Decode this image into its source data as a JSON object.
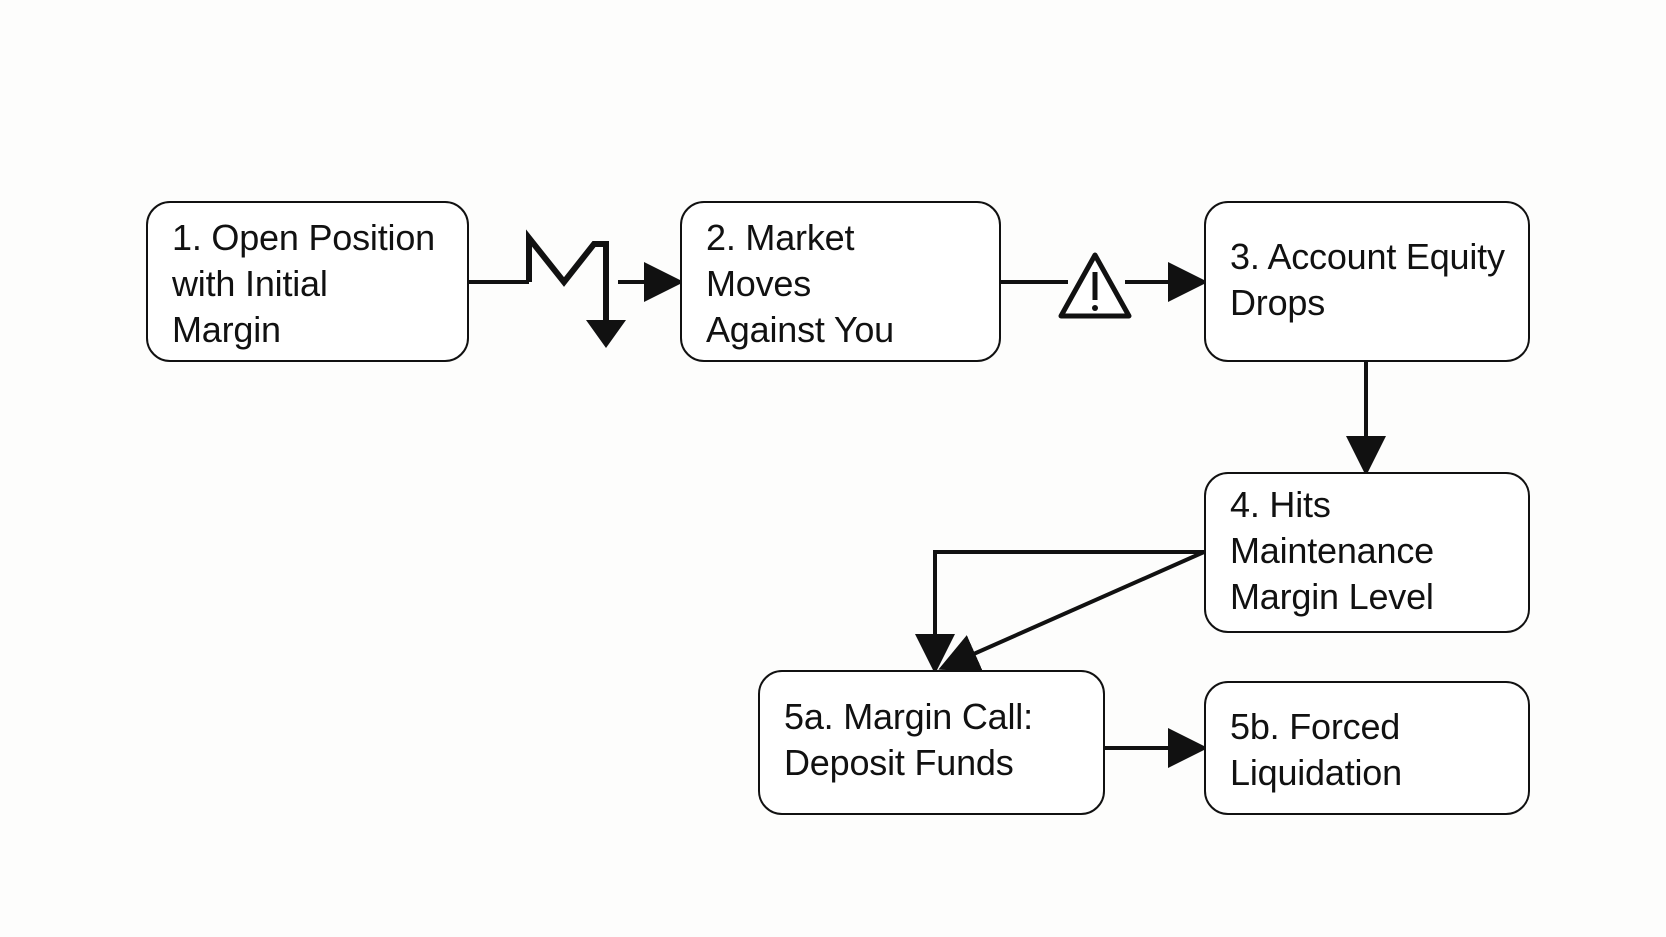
{
  "steps": {
    "step1": {
      "lines": [
        "1. Open Position",
        "with Initial",
        "Margin"
      ]
    },
    "step2": {
      "lines": [
        "2. Market",
        "Moves",
        "Against You"
      ]
    },
    "step3": {
      "lines": [
        "3. Account Equity",
        "Drops"
      ]
    },
    "step4": {
      "lines": [
        "4. Hits",
        "Maintenance",
        "Margin Level"
      ]
    },
    "step5a": {
      "lines": [
        "5a. Margin Call:",
        "Deposit Funds"
      ]
    },
    "step5b": {
      "lines": [
        "5b. Forced",
        "Liquidation"
      ]
    }
  },
  "icons": {
    "market_drop": "zigzag-down-arrow-icon",
    "warning": "warning-triangle-icon",
    "success": "green-check-icon",
    "failure": "red-x-icon"
  },
  "colors": {
    "background": "#fdfdfc",
    "stroke": "#111111",
    "check": "#1f9a35",
    "cross": "#e32424"
  }
}
